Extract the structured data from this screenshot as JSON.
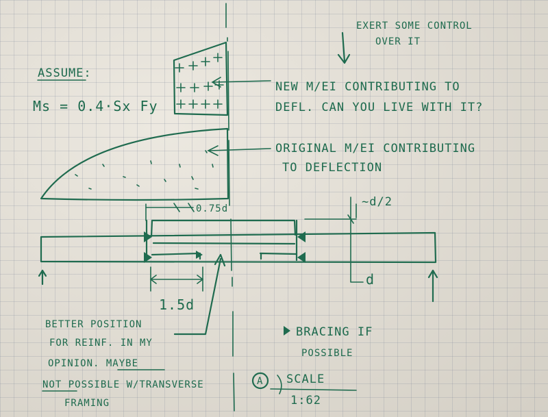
{
  "notes": {
    "assume_title": "ASSUME:",
    "assume_formula": "Ms = 0.4·Sx Fy",
    "exert_line1": "EXERT SOME CONTROL",
    "exert_line2": "OVER IT",
    "new_mei_line1": "NEW M/EI CONTRIBUTING TO",
    "new_mei_line2": "DEFL. CAN YOU LIVE WITH IT?",
    "orig_mei_line1": "ORIGINAL M/EI CONTRIBUTING",
    "orig_mei_line2": "TO DEFLECTION",
    "dim_075d": "0.75d",
    "dim_d2": "~d/2",
    "dim_d": "d",
    "dim_15d": "1.5d",
    "better_line1": "BETTER POSITION",
    "better_line2": "FOR REINF. IN MY",
    "better_line3": "OPINION. MAYBE",
    "better_line4": "NOT POSSIBLE W/TRANSVERSE",
    "better_line5": "FRAMING",
    "bracing_line1": "BRACING IF",
    "bracing_line2": "POSSIBLE",
    "scale_marker": "A",
    "scale_label": "SCALE",
    "scale_value": "1:62"
  },
  "colors": {
    "ink": "#1f6b4f",
    "paper": "#e6e1d6",
    "grid": "#8a93a6"
  }
}
